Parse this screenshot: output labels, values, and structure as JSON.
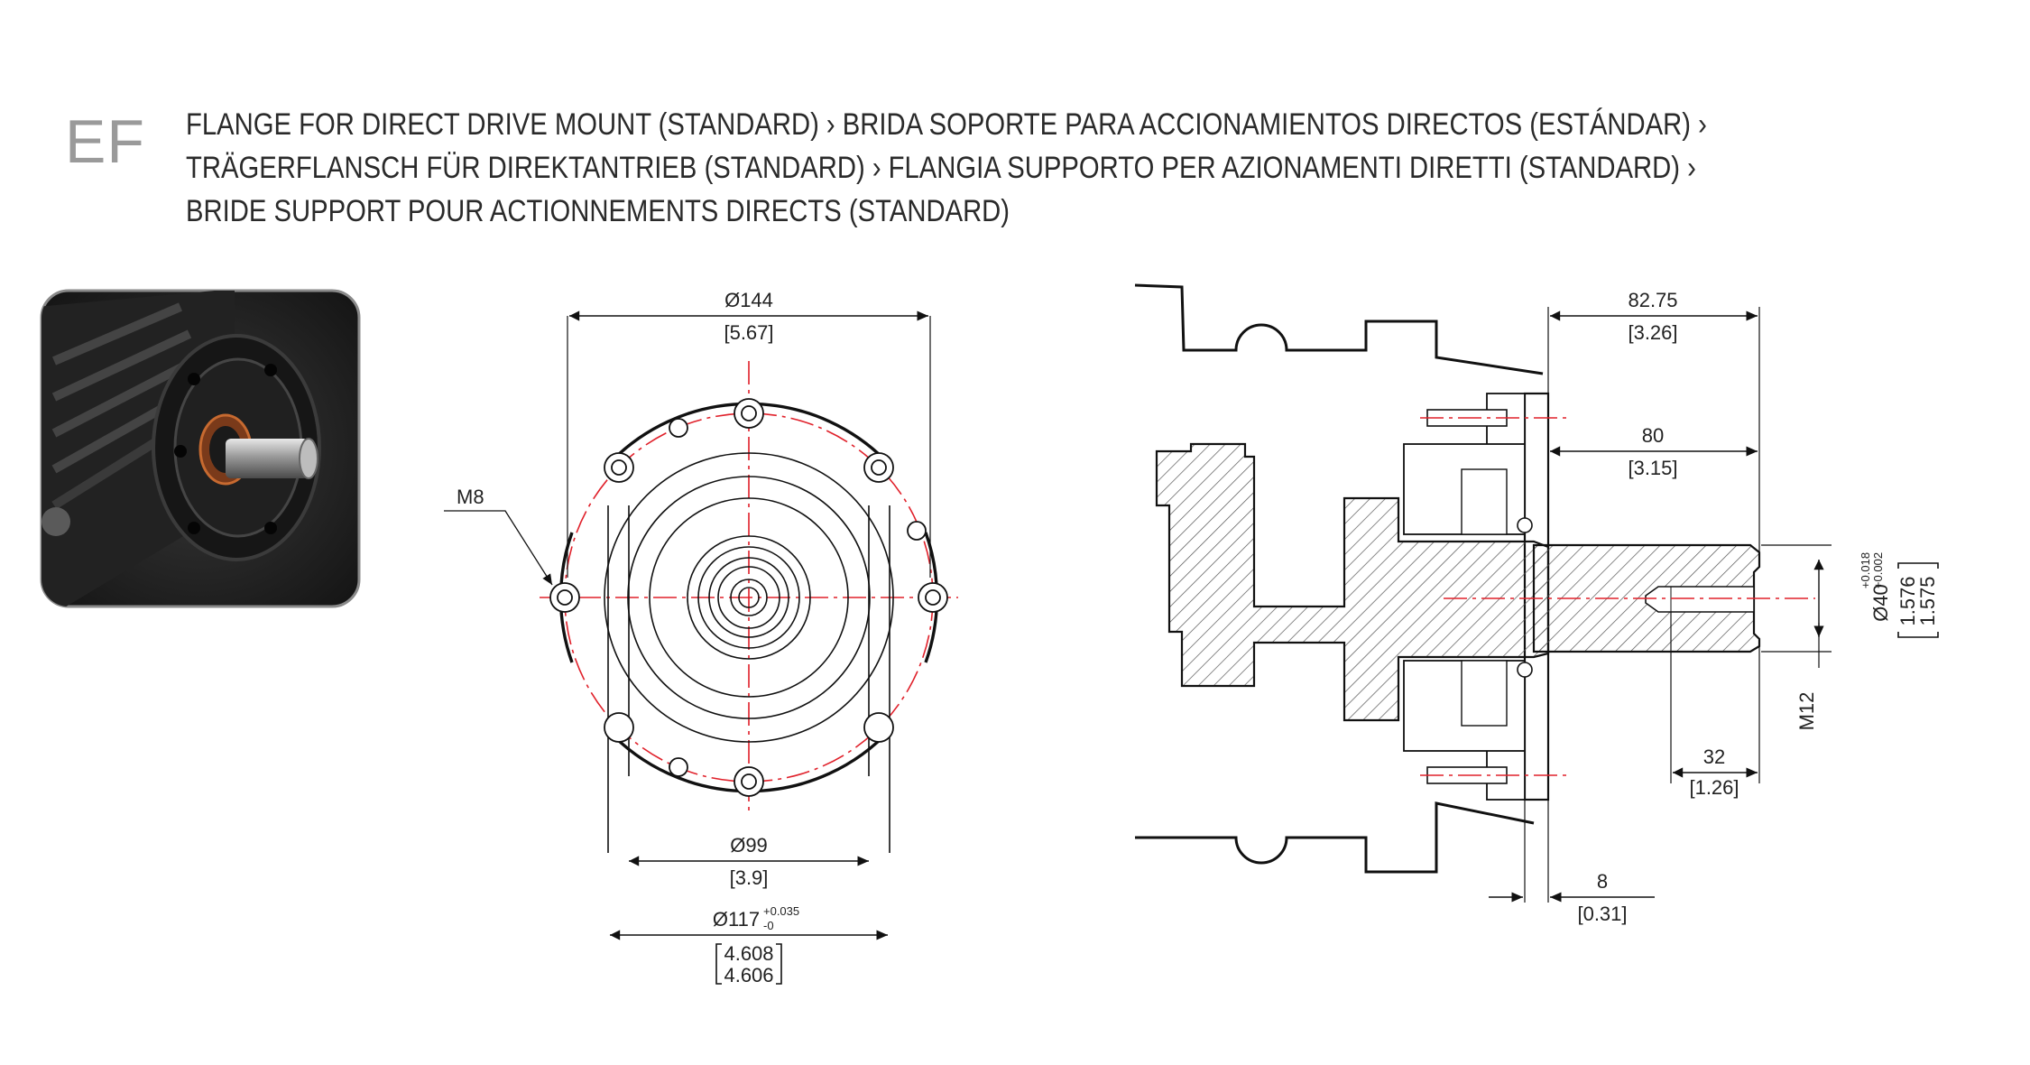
{
  "header": {
    "code": "EF",
    "lines": [
      "FLANGE FOR DIRECT DRIVE MOUNT (STANDARD) › BRIDA SOPORTE PARA ACCIONAMIENTOS DIRECTOS (ESTÁNDAR) ›",
      "TRÄGERFLANSCH FÜR DIREKTANTRIEB (STANDARD) › FLANGIA SUPPORTO PER AZIONAMENTI DIRETTI (STANDARD) ›",
      "BRIDE SUPPORT POUR ACTIONNEMENTS DIRECTS (STANDARD)"
    ]
  },
  "colors": {
    "centerline": "#e0202a",
    "line": "#111111",
    "frame": "#777777"
  },
  "front_view": {
    "d144": "Ø144",
    "d144_in": "[5.67]",
    "d99": "Ø99",
    "d99_in": "[3.9]",
    "d117": "Ø117",
    "d117_tol_up": "+0.035",
    "d117_tol_dn": "-0",
    "d117_in_1": "4.608",
    "d117_in_2": "4.606",
    "thread": "M8"
  },
  "side_view": {
    "l8275": "82.75",
    "l8275_in": "[3.26]",
    "l80": "80",
    "l80_in": "[3.15]",
    "l32": "32",
    "l32_in": "[1.26]",
    "l8": "8",
    "l8_in": "[0.31]",
    "d40": "Ø40",
    "d40_tol_up": "+0.018",
    "d40_tol_dn": "+0.002",
    "d40_in_1": "1.576",
    "d40_in_2": "1.575",
    "thread": "M12"
  }
}
